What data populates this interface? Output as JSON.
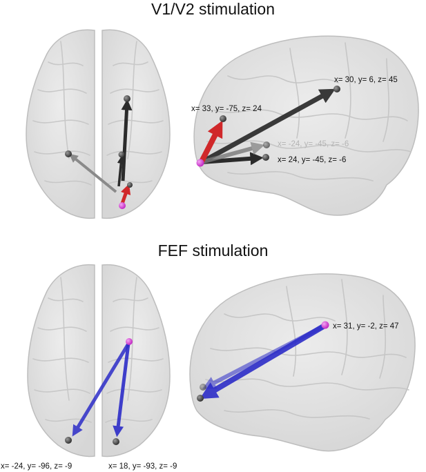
{
  "titles": {
    "v1v2": "V1/V2 stimulation",
    "fef": "FEF stimulation"
  },
  "labels": {
    "v1_sag_a": "x= 33, y= -75, z= 24",
    "v1_sag_b": "x= 30, y= 6, z= 45",
    "v1_sag_c": "x= -24, y= -45, z= -6",
    "v1_sag_d": "x= 24, y= -45, z= -6",
    "fef_sag_a": "x= 31, y= -2, z= 47",
    "fef_axial_left": "x= -24, y= -96, z= -9",
    "fef_axial_right": "x= 18, y= -93, z= -9"
  },
  "colors": {
    "brain_fill": "#e2e2e2",
    "brain_outline": "#bdbdbd",
    "gyri": "#c6c6c6",
    "arrow_dark": "#2b2b2b",
    "arrow_red": "#d0282a",
    "arrow_blue": "#2d2dc8",
    "seed_magenta": "#d23ad2",
    "node_dark": "#3a3a3a"
  }
}
